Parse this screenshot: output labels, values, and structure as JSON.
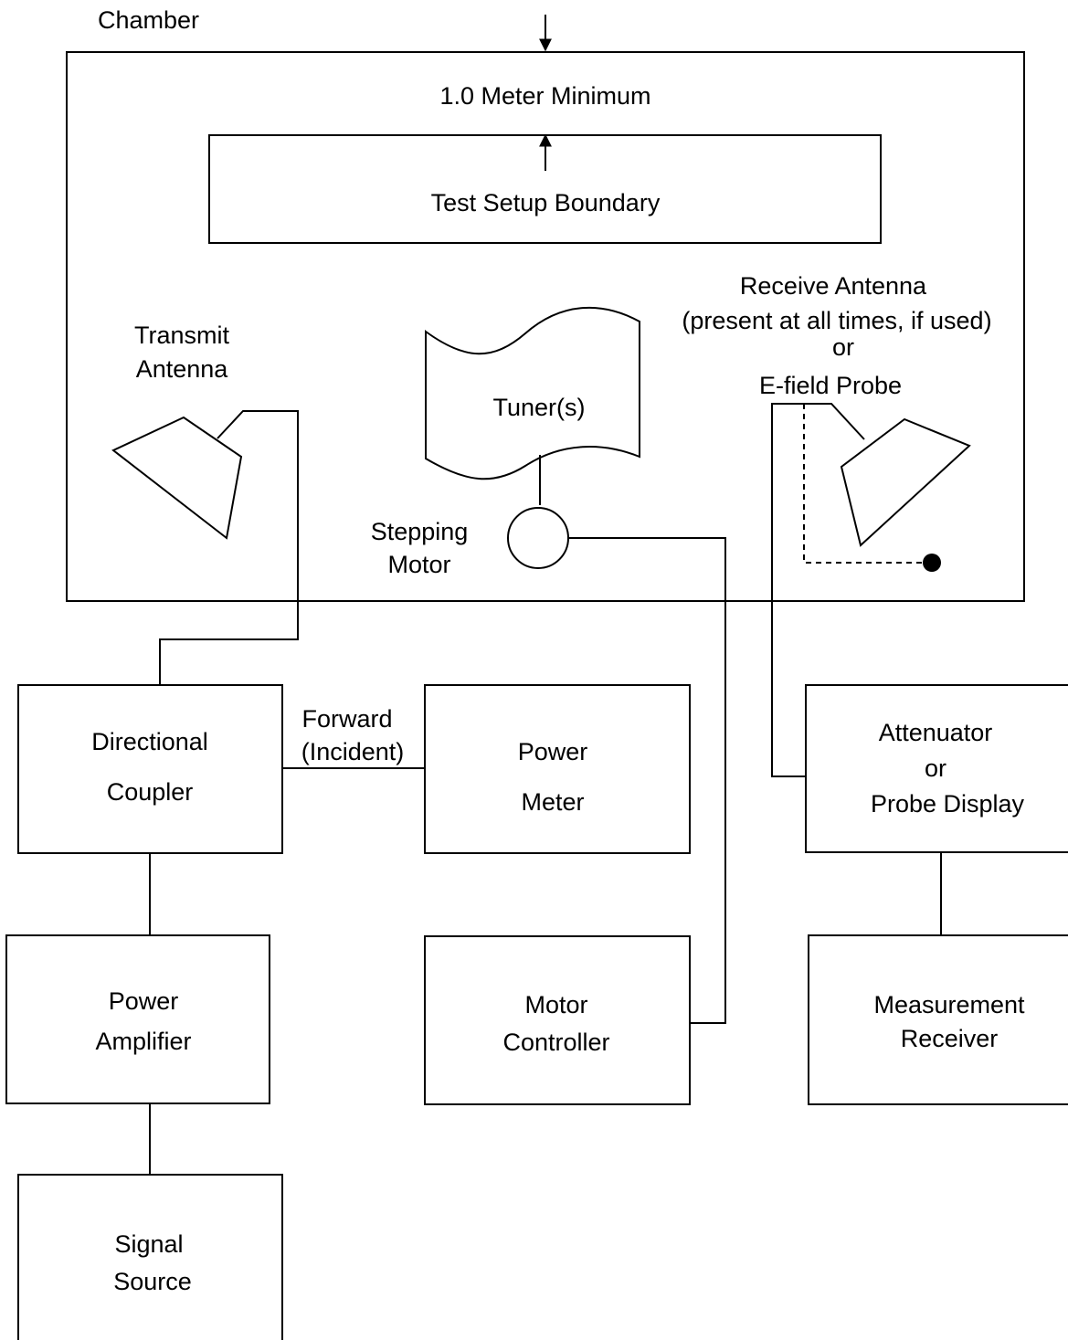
{
  "labels": {
    "chamber": "Chamber",
    "min_distance": "1.0 Meter Minimum",
    "boundary": "Test Setup Boundary",
    "transmit_antenna": [
      "Transmit",
      "Antenna"
    ],
    "tuner": "Tuner(s)",
    "stepping_motor": [
      "Stepping",
      "Motor"
    ],
    "receive_antenna": [
      "Receive Antenna",
      "(present at all times, if used)",
      "or",
      "E-field Probe"
    ],
    "forward": [
      "Forward",
      "(Incident)"
    ]
  },
  "blocks": {
    "directional_coupler": [
      "Directional",
      "Coupler"
    ],
    "power_meter": [
      "Power",
      "Meter"
    ],
    "attenuator": [
      "Attenuator",
      "or",
      "Probe Display"
    ],
    "power_amplifier": [
      "Power",
      "Amplifier"
    ],
    "motor_controller": [
      "Motor",
      "Controller"
    ],
    "measurement_receiver": [
      "Measurement",
      "Receiver"
    ],
    "signal_source": [
      "Signal",
      "Source"
    ]
  },
  "colors": {
    "line": "#000000",
    "background": "#ffffff"
  }
}
